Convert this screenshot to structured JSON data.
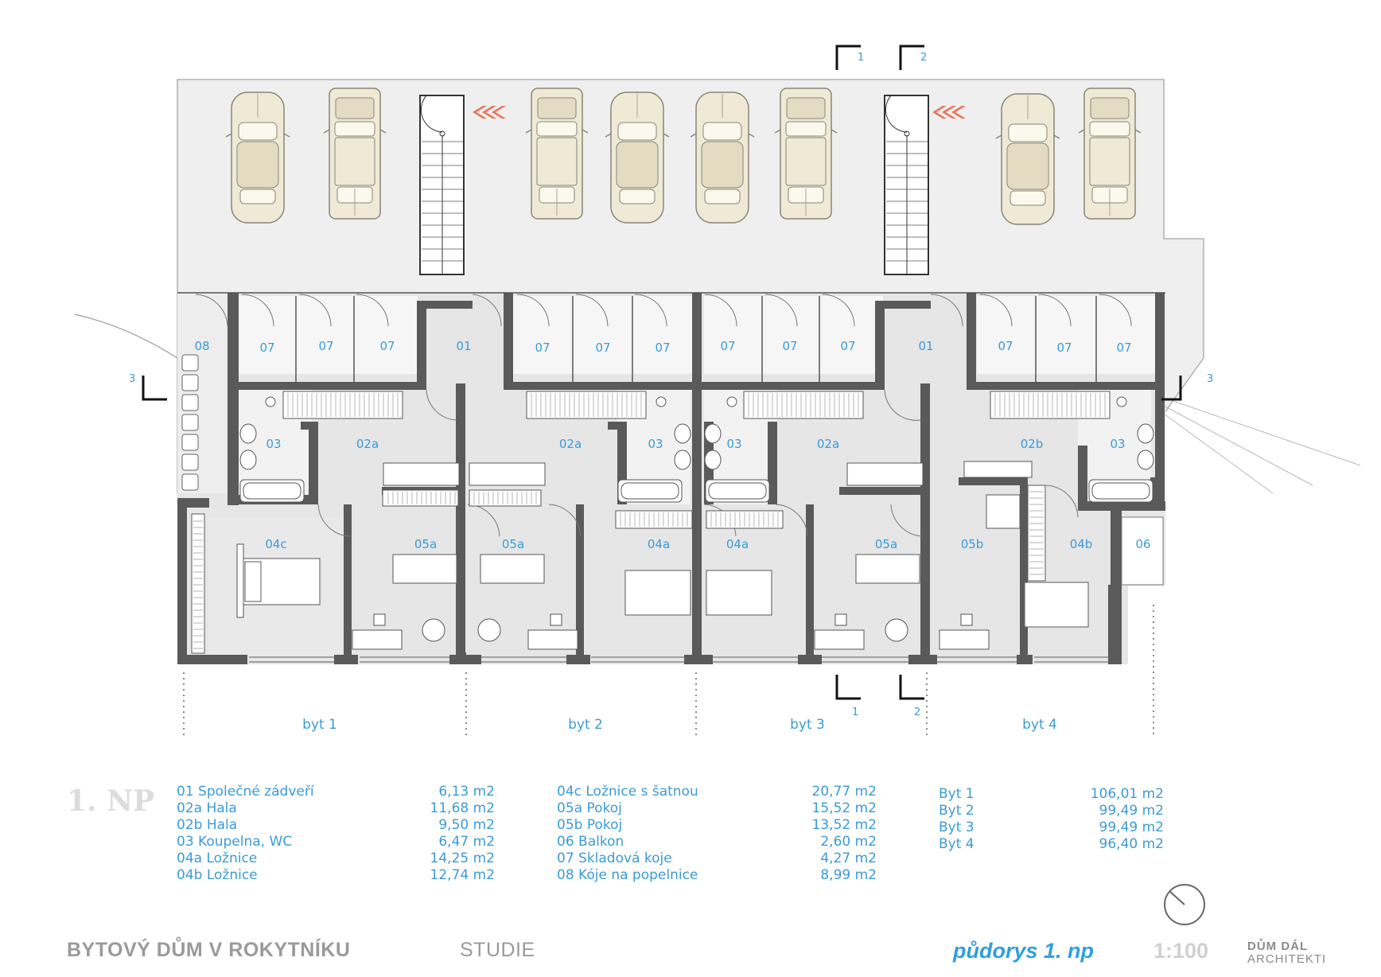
{
  "sheet": {
    "floor_title": "1. NP",
    "project_title": "BYTOVÝ DŮM V ROKYTNÍKU",
    "project_stage": "STUDIE",
    "drawing_title": "půdorys 1. np",
    "scale": "1:100",
    "office_logo": {
      "line1": "DŮM DÁL",
      "line2": "ARCHITEKTI"
    }
  },
  "plan": {
    "rooms": {
      "r08": "08",
      "r07a": "07",
      "r07b": "07",
      "r07c": "07",
      "r01a": "01",
      "r07d": "07",
      "r07e": "07",
      "r07f": "07",
      "r07g": "07",
      "r07h": "07",
      "r07i": "07",
      "r01b": "01",
      "r07j": "07",
      "r07k": "07",
      "r07l": "07",
      "r03a": "03",
      "r02a1": "02a",
      "r02a2": "02a",
      "r03b": "03",
      "r03c": "03",
      "r02a3": "02a",
      "r02b": "02b",
      "r03d": "03",
      "r04c": "04c",
      "r05a1": "05a",
      "r05a2": "05a",
      "r04a1": "04a",
      "r04a2": "04a",
      "r05a3": "05a",
      "r05b": "05b",
      "r04b": "04b",
      "r06": "06"
    },
    "flats": [
      "byt 1",
      "byt 2",
      "byt 3",
      "byt 4"
    ],
    "section_marks": {
      "s1_top": "1",
      "s2_top": "2",
      "s1_bottom": "1",
      "s2_bottom": "2",
      "s3_left": "3",
      "s3_right": "3"
    },
    "colors": {
      "wall": "#5a5a5a",
      "floor": "#e6e6e6",
      "outdoor": "#efefef",
      "car": "#efe9d6",
      "label": "#3a9bd8",
      "arrow": "#e8765c"
    }
  },
  "legend": {
    "rooms_col1": [
      {
        "code": "01   Společné zádveří",
        "area": "6,13 m2"
      },
      {
        "code": "02a Hala",
        "area": "11,68 m2"
      },
      {
        "code": "02b Hala",
        "area": "9,50 m2"
      },
      {
        "code": "03   Koupelna, WC",
        "area": "6,47 m2"
      },
      {
        "code": "04a Ložnice",
        "area": "14,25 m2"
      },
      {
        "code": "04b Ložnice",
        "area": "12,74 m2"
      }
    ],
    "rooms_col2": [
      {
        "code": "04c Ložnice s šatnou",
        "area": "20,77 m2"
      },
      {
        "code": "05a Pokoj",
        "area": "15,52 m2"
      },
      {
        "code": "05b Pokoj",
        "area": "13,52 m2"
      },
      {
        "code": "06   Balkon",
        "area": "2,60 m2"
      },
      {
        "code": "07   Skladová koje",
        "area": "4,27 m2"
      },
      {
        "code": "08   Kóje na popelnice",
        "area": "8,99 m2"
      }
    ],
    "flats": [
      {
        "name": "Byt 1",
        "area": "106,01 m2"
      },
      {
        "name": "Byt 2",
        "area": "99,49 m2"
      },
      {
        "name": "Byt 3",
        "area": "99,49 m2"
      },
      {
        "name": "Byt 4",
        "area": "96,40 m2"
      }
    ]
  }
}
